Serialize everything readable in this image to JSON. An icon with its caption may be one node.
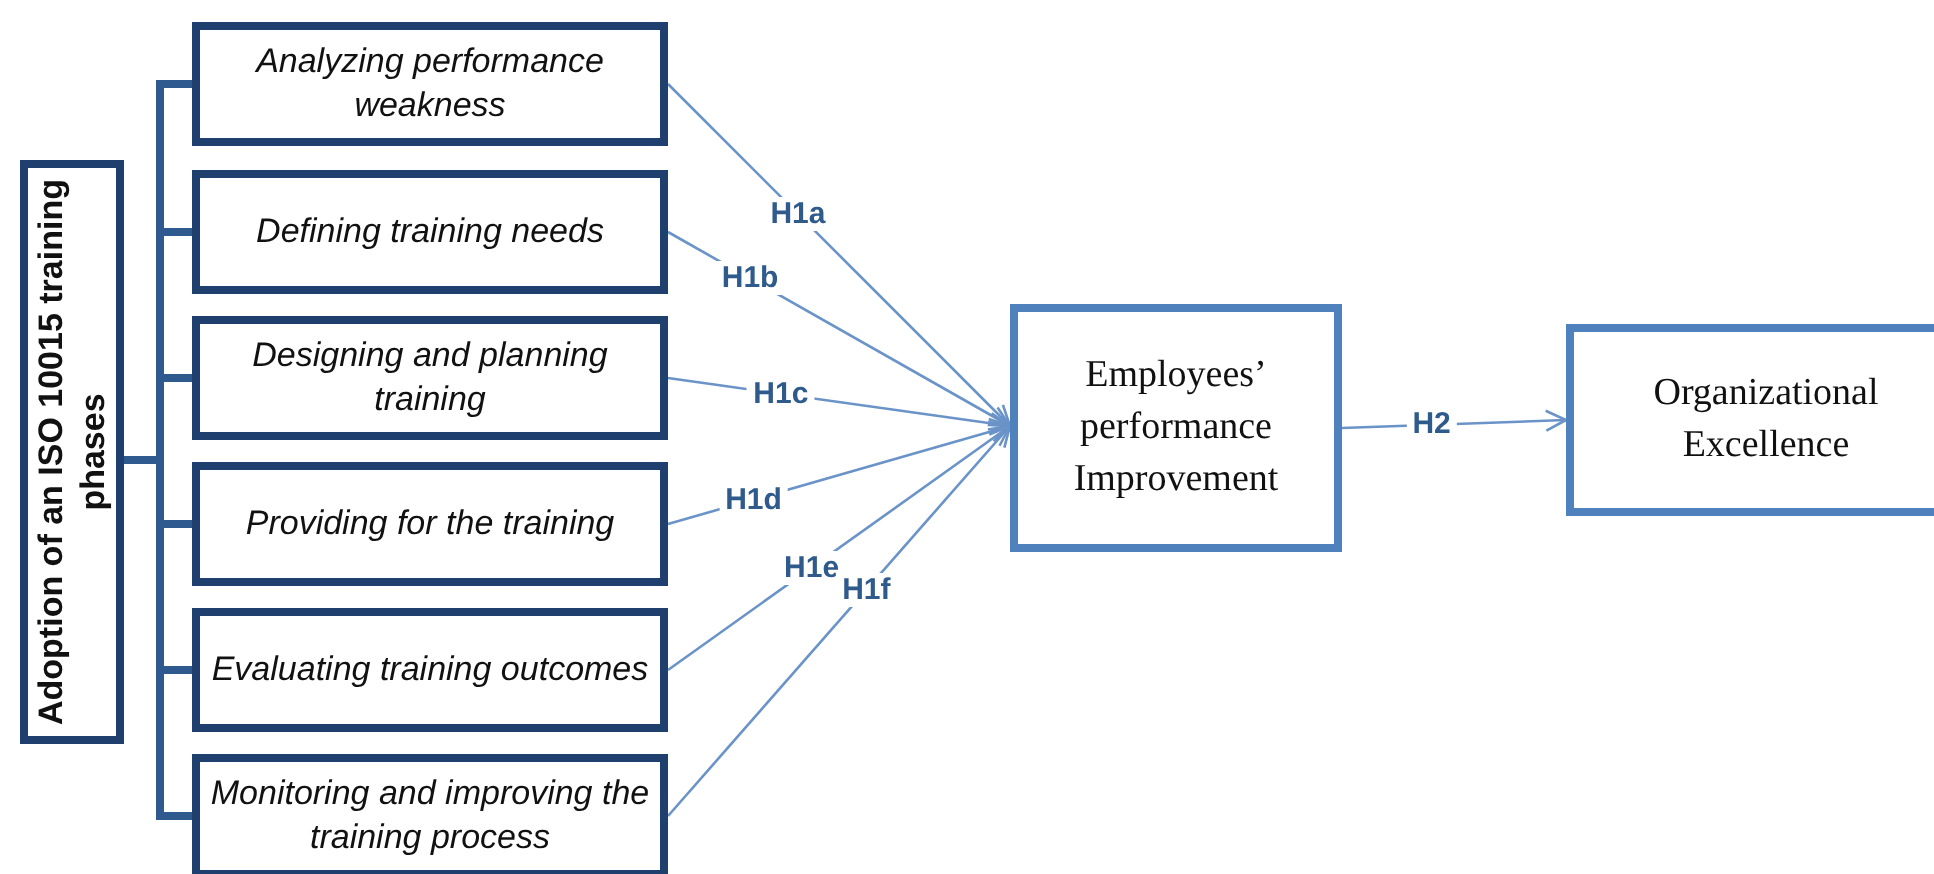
{
  "diagram": {
    "nodes": [
      {
        "text": [
          "Adoption of an ISO 10015 training phases"
        ]
      },
      {
        "text": [
          "Analyzing performance weakness"
        ]
      },
      {
        "text": [
          "Defining training needs"
        ]
      },
      {
        "text": [
          "Designing and planning training"
        ]
      },
      {
        "text": [
          "Providing for the training"
        ]
      },
      {
        "text": [
          "Evaluating training outcomes"
        ]
      },
      {
        "text": [
          "Monitoring and improving the training process"
        ]
      },
      {
        "text": [
          "Employees’ performance Improvement"
        ]
      },
      {
        "text": [
          "Organizational Excellence"
        ]
      }
    ],
    "edges": [
      {
        "from": 0,
        "to": 1,
        "arrow": "none",
        "style": "thick",
        "color": "#2f5a8f"
      },
      {
        "from": 0,
        "to": 2,
        "arrow": "none",
        "style": "thick",
        "color": "#2f5a8f"
      },
      {
        "from": 0,
        "to": 3,
        "arrow": "none",
        "style": "thick",
        "color": "#2f5a8f"
      },
      {
        "from": 0,
        "to": 4,
        "arrow": "none",
        "style": "thick",
        "color": "#2f5a8f"
      },
      {
        "from": 0,
        "to": 5,
        "arrow": "none",
        "style": "thick",
        "color": "#2f5a8f"
      },
      {
        "from": 0,
        "to": 6,
        "arrow": "none",
        "style": "thick",
        "color": "#2f5a8f"
      },
      {
        "from": 1,
        "to": 7,
        "arrow": "to",
        "label": "H1a"
      },
      {
        "from": 2,
        "to": 7,
        "arrow": "to",
        "label": "H1b"
      },
      {
        "from": 3,
        "to": 7,
        "arrow": "to",
        "label": "H1c"
      },
      {
        "from": 4,
        "to": 7,
        "arrow": "to",
        "label": "H1d"
      },
      {
        "from": 5,
        "to": 7,
        "arrow": "to",
        "label": "H1e"
      },
      {
        "from": 6,
        "to": 7,
        "arrow": "to",
        "label": "H1f"
      },
      {
        "from": 7,
        "to": 8,
        "arrow": "to",
        "label": "H2"
      }
    ]
  }
}
